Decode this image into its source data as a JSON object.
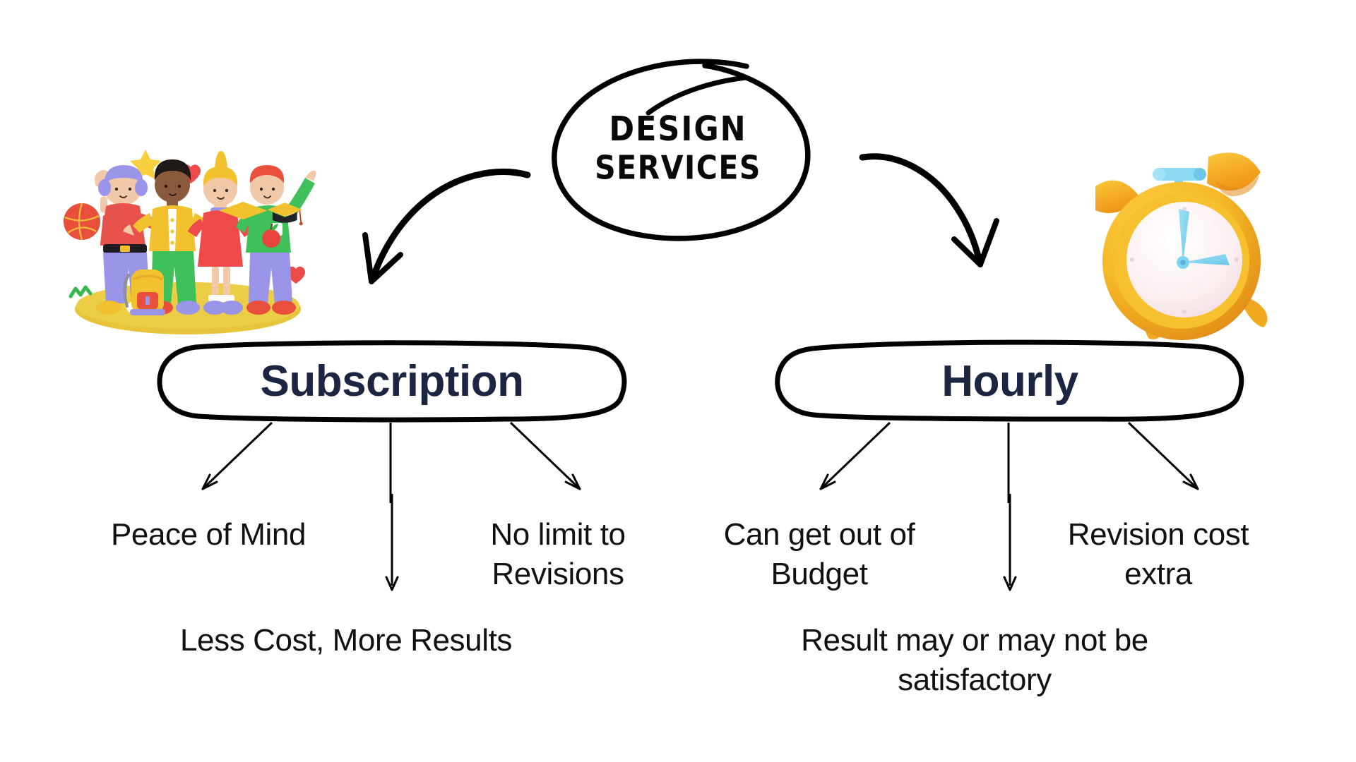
{
  "diagram": {
    "title_bubble": {
      "line1": "DESIGN",
      "line2": "SERVICES",
      "shape": "hand-drawn-oval"
    },
    "branches": [
      {
        "id": "subscription",
        "label": "Subscription",
        "icon": "people-team-3d-illustration",
        "arrow": "curved-arrow-down-left",
        "leaves": [
          "Peace of Mind",
          "No limit to\nRevisions",
          "Less Cost, More Results"
        ]
      },
      {
        "id": "hourly",
        "label": "Hourly",
        "icon": "alarm-clock-3d-illustration",
        "arrow": "curved-arrow-down-right",
        "leaves": [
          "Can get out of\nBudget",
          "Revision cost\nextra",
          "Result may or may not be\nsatisfactory"
        ]
      }
    ]
  },
  "leaves": {
    "left_1": "Peace of Mind",
    "left_2_line1": "No limit to",
    "left_2_line2": "Revisions",
    "left_3": "Less Cost, More Results",
    "right_1_line1": "Can get out of",
    "right_1_line2": "Budget",
    "right_2_line1": "Revision cost",
    "right_2_line2": "extra",
    "right_3_line1": "Result may or may not be",
    "right_3_line2": "satisfactory"
  },
  "colors": {
    "background": "#ffffff",
    "ink": "#000000",
    "pill_text": "#1c2541",
    "leaf_text": "#111111",
    "illustration_yellow": "#f5c518",
    "illustration_orange": "#f0941f",
    "illustration_red": "#ed4c4c",
    "illustration_green": "#3fc05a",
    "illustration_purple": "#9a95e8",
    "illustration_blue": "#7fd4f0",
    "platform_yellow": "#e8c43a"
  }
}
